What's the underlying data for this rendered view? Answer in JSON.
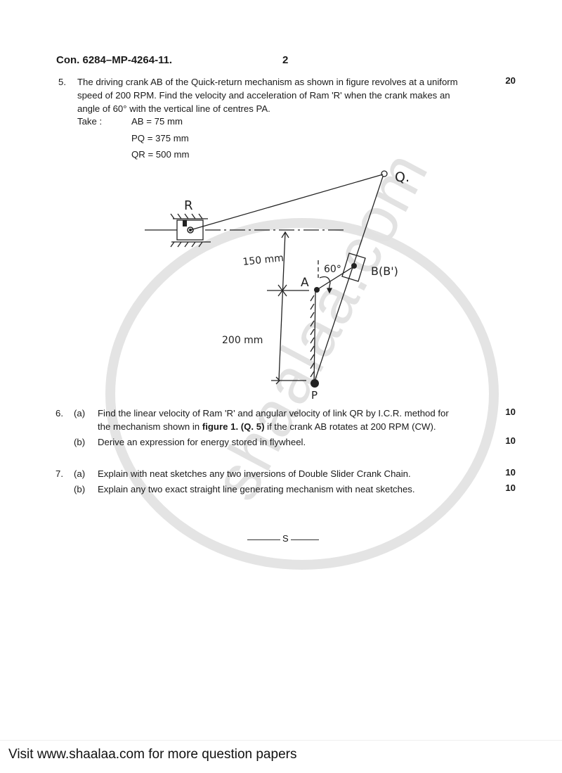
{
  "header": {
    "code": "Con. 6284–MP-4264-11.",
    "page_number": "2"
  },
  "questions": [
    {
      "number": "5.",
      "marks": "20",
      "lines": [
        "The driving crank AB of the Quick-return mechanism as shown in figure revolves at a uniform",
        "speed of 200 RPM.  Find the velocity and acceleration of Ram 'R' when the crank makes an",
        "angle of 60° with the vertical line of centres PA."
      ],
      "take_label": "Take :",
      "given": [
        "AB = 75 mm",
        "PQ = 375 mm",
        "QR = 500 mm"
      ]
    },
    {
      "number": "6.",
      "parts": [
        {
          "label": "(a)",
          "marks": "10",
          "line1": "Find the linear velocity of Ram 'R' and angular velocity of link QR by I.C.R. method for",
          "line2_pre": "the mechanism shown in ",
          "line2_bold": "figure 1. (Q. 5)",
          "line2_post": " if the crank AB rotates at 200 RPM (CW)."
        },
        {
          "label": "(b)",
          "marks": "10",
          "line1": "Derive an expression for energy stored in flywheel."
        }
      ]
    },
    {
      "number": "7.",
      "parts": [
        {
          "label": "(a)",
          "marks": "10",
          "line1": "Explain with neat sketches any two inversions of Double Slider Crank Chain."
        },
        {
          "label": "(b)",
          "marks": "10",
          "line1": "Explain any two exact straight line generating mechanism with neat sketches."
        }
      ]
    }
  ],
  "figure": {
    "labels": {
      "R": "R",
      "Q": "Q.",
      "A": "A",
      "B": "B(B')",
      "P": "P",
      "angle": "60°",
      "dim_150": "150 mm",
      "dim_200": "200 mm"
    }
  },
  "separator": "S",
  "watermark": "shaalaa.com",
  "footer": "Visit www.shaalaa.com for more question papers"
}
